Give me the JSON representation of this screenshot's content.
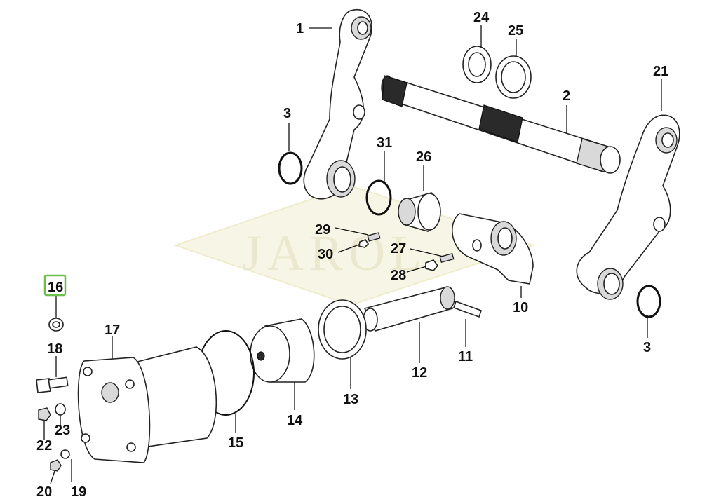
{
  "watermark": "JAROL",
  "callouts": {
    "c1": "1",
    "c2": "2",
    "c3a": "3",
    "c3b": "3",
    "c10": "10",
    "c11": "11",
    "c12": "12",
    "c13": "13",
    "c14": "14",
    "c15": "15",
    "c16": "16",
    "c17": "17",
    "c18": "18",
    "c19": "19",
    "c20": "20",
    "c21": "21",
    "c22": "22",
    "c23": "23",
    "c24": "24",
    "c25": "25",
    "c26": "26",
    "c27": "27",
    "c28": "28",
    "c29": "29",
    "c30": "30",
    "c31": "31"
  },
  "highlighted_callout": "16",
  "highlight_color": "#6cc04a"
}
